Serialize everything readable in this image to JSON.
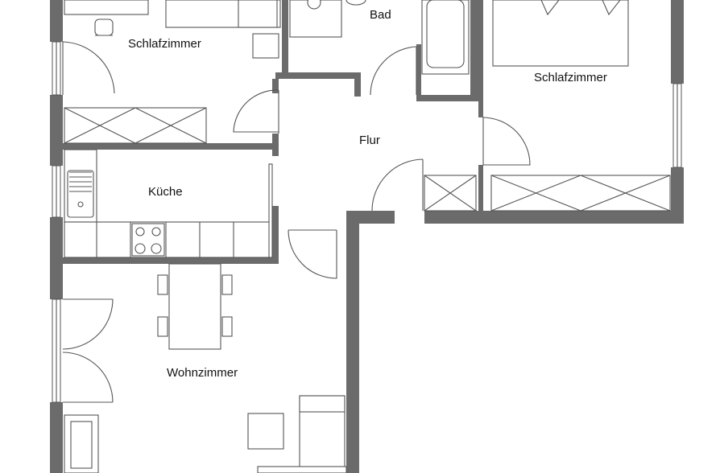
{
  "rooms": {
    "schlafzimmer_links": "Schlafzimmer",
    "bad": "Bad",
    "schlafzimmer_rechts": "Schlafzimmer",
    "flur": "Flur",
    "kueche": "Küche",
    "wohnzimmer": "Wohnzimmer"
  },
  "colors": {
    "wall": "#6b6b6b",
    "line": "#555555",
    "background": "#ffffff"
  }
}
